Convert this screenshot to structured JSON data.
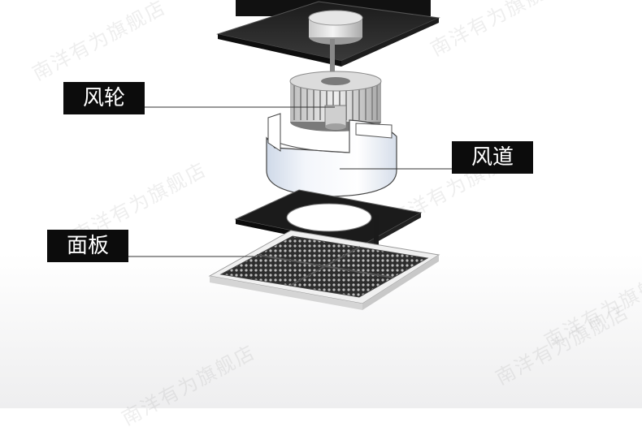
{
  "labels": {
    "impeller": "风轮",
    "duct": "风道",
    "panel": "面板"
  },
  "watermark": "南洋有为旗舰店",
  "colors": {
    "label_bg": "#0c0c0c",
    "label_text": "#ffffff",
    "leader_line": "#333333",
    "housing": "#2a2a2a",
    "duct": "#e8eef7",
    "panel_frame": "#ececec",
    "grille": "#3a3a3a"
  }
}
